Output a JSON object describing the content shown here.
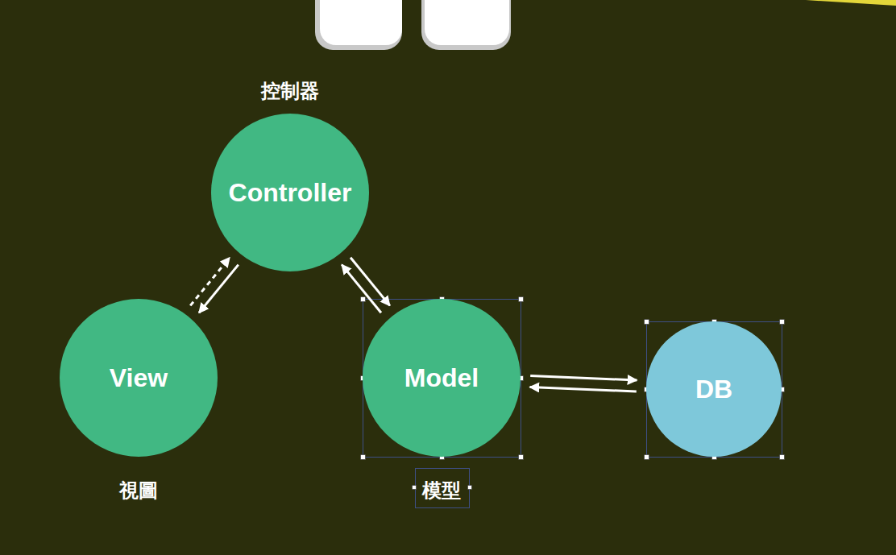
{
  "diagram": {
    "nodes": [
      {
        "text": [
          "控制器",
          "Controller"
        ]
      },
      {
        "text": [
          "View",
          "視圖"
        ]
      },
      {
        "text": [
          "Model",
          "模型"
        ]
      },
      {
        "text": [
          "DB"
        ]
      }
    ],
    "edges": [
      {
        "from": 1,
        "to": 0,
        "arrow": "to"
      },
      {
        "from": 0,
        "to": 1,
        "arrow": "to"
      },
      {
        "from": 0,
        "to": 2,
        "arrow": "to"
      },
      {
        "from": 2,
        "to": 0,
        "arrow": "to"
      },
      {
        "from": 2,
        "to": 3,
        "arrow": "to"
      },
      {
        "from": 3,
        "to": 2,
        "arrow": "to"
      }
    ]
  }
}
